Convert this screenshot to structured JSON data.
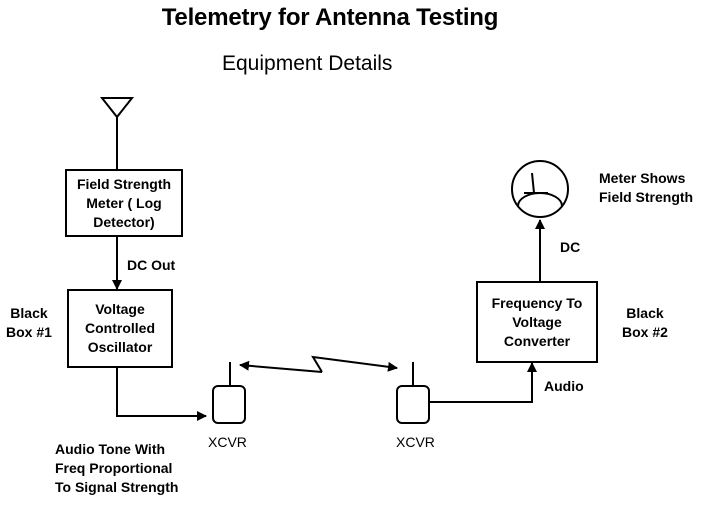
{
  "title": "Telemetry for Antenna Testing",
  "subtitle": "Equipment Details",
  "blocks": {
    "field_strength_meter": [
      "Field Strength",
      "Meter ( Log",
      "Detector)"
    ],
    "vco": [
      "Voltage",
      "Controlled",
      "Oscillator"
    ],
    "f_to_v": [
      "Frequency To",
      "Voltage",
      "Converter"
    ]
  },
  "labels": {
    "dc_out": "DC Out",
    "black_box_1": [
      "Black",
      "Box #1"
    ],
    "black_box_2": [
      "Black",
      "Box #2"
    ],
    "audio_tone": [
      "Audio Tone With",
      "Freq Proportional",
      "To Signal Strength"
    ],
    "xcvr_left": "XCVR",
    "xcvr_right": "XCVR",
    "audio": "Audio",
    "dc": "DC",
    "meter_shows": [
      "Meter Shows",
      "Field Strength"
    ]
  },
  "icons": {
    "antenna": "antenna-icon",
    "meter": "analog-meter-icon",
    "radio_link": "radio-link-icon"
  }
}
